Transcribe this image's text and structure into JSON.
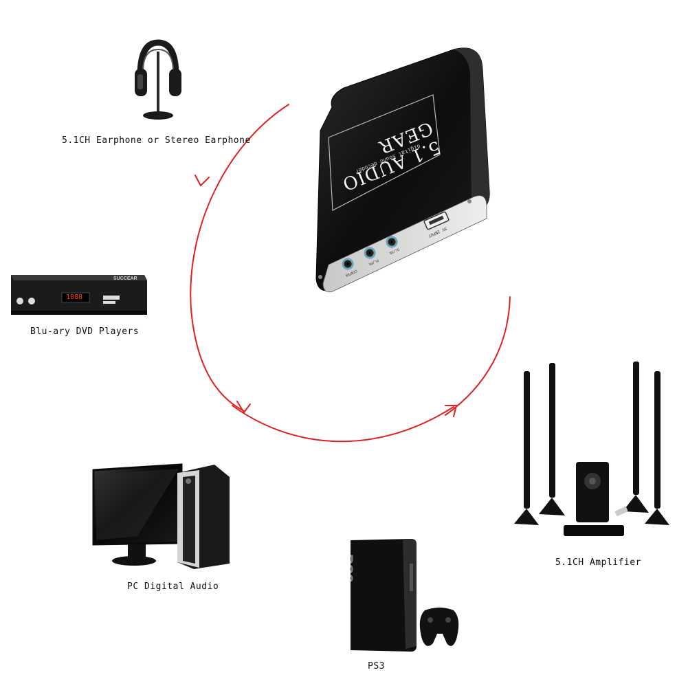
{
  "colors": {
    "arrow": "#e02020",
    "device_body": "#111111",
    "panel": "#d9d9d9",
    "led": "#ff3b1a"
  },
  "center_device": {
    "title": "5.1 AUDIO GEAR",
    "subtitle": "digital sound decoder",
    "usb_label": "5V INPUT",
    "jacks": [
      "CENTER",
      "FL/FR",
      "SL/SR"
    ]
  },
  "devices": [
    {
      "id": "earphone",
      "label": "5.1CH Earphone or Stereo Earphone",
      "icon": "headphones-icon"
    },
    {
      "id": "dvd",
      "label": "Blu-ary DVD Players",
      "icon": "dvd-player-icon",
      "brand": "SUCCEAR",
      "display": "1088"
    },
    {
      "id": "pc",
      "label": "PC Digital Audio",
      "icon": "pc-icon"
    },
    {
      "id": "ps3",
      "label": "PS3",
      "icon": "ps3-icon",
      "brand": "PS3"
    },
    {
      "id": "amp",
      "label": "5.1CH Amplifier",
      "icon": "speaker-system-icon"
    }
  ]
}
